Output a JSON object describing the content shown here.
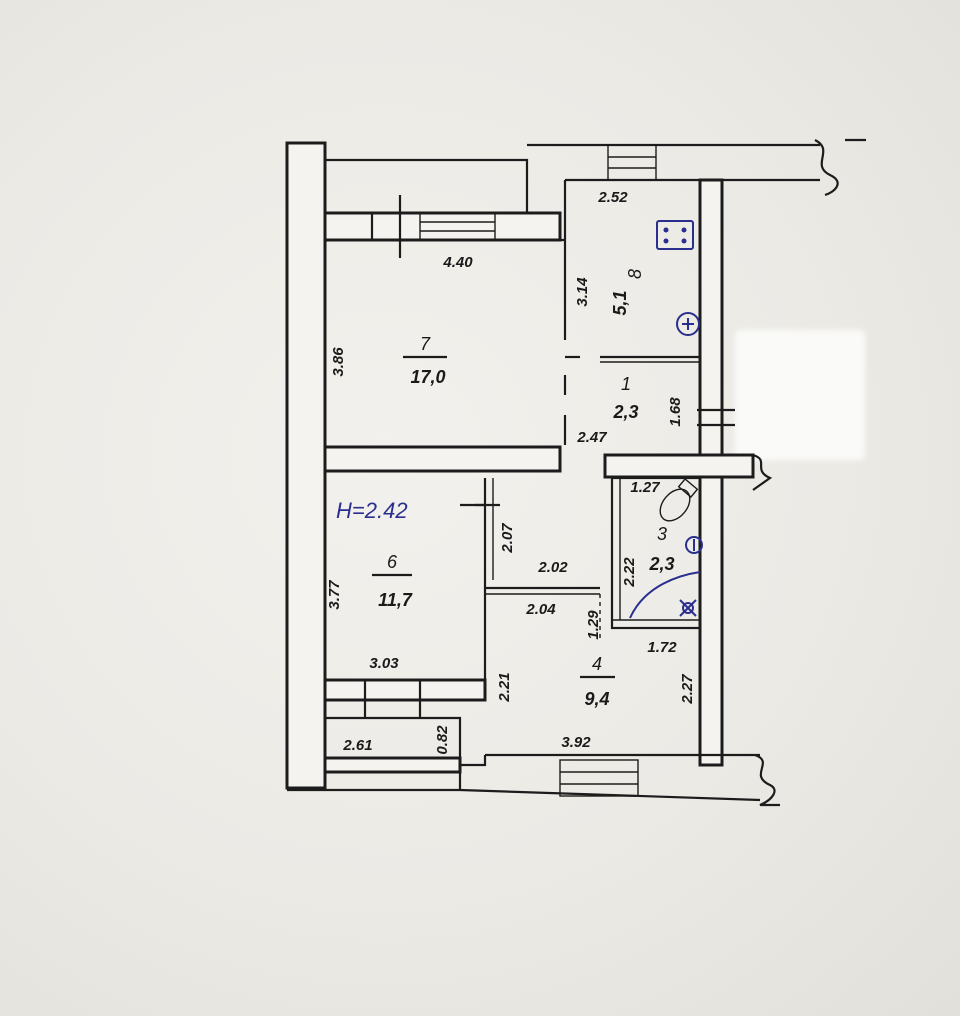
{
  "height": "H=2.42",
  "rooms": [
    {
      "num": "7",
      "area": "17,0"
    },
    {
      "num": "8",
      "area": "5,1"
    },
    {
      "num": "1",
      "area": "2,3"
    },
    {
      "num": "6",
      "area": "11,7"
    },
    {
      "num": "3",
      "area": "2,3"
    },
    {
      "num": "4",
      "area": "9,4"
    }
  ],
  "dims": {
    "top_corridor": "2.52",
    "room7_width": "4.40",
    "room7_depth": "3.86",
    "room8_depth": "3.14",
    "room1_width": "2.47",
    "room1_depth": "1.68",
    "bath_top": "1.27",
    "bath_depth": "2.22",
    "bath_bottom": "1.72",
    "hall_depth": "2.07",
    "hall_width_top": "2.02",
    "hall_width_bottom": "2.04",
    "room6_depth": "3.77",
    "room6_width": "3.03",
    "room4_depth_left": "2.21",
    "room4_depth_right": "2.27",
    "room4_width": "3.92",
    "room4_small": "1.29",
    "balcony_width": "2.61",
    "balcony_depth": "0.82"
  },
  "symbols": [
    "stove-icon",
    "water-supply-icon",
    "bathtub-icon",
    "toilet-icon"
  ]
}
